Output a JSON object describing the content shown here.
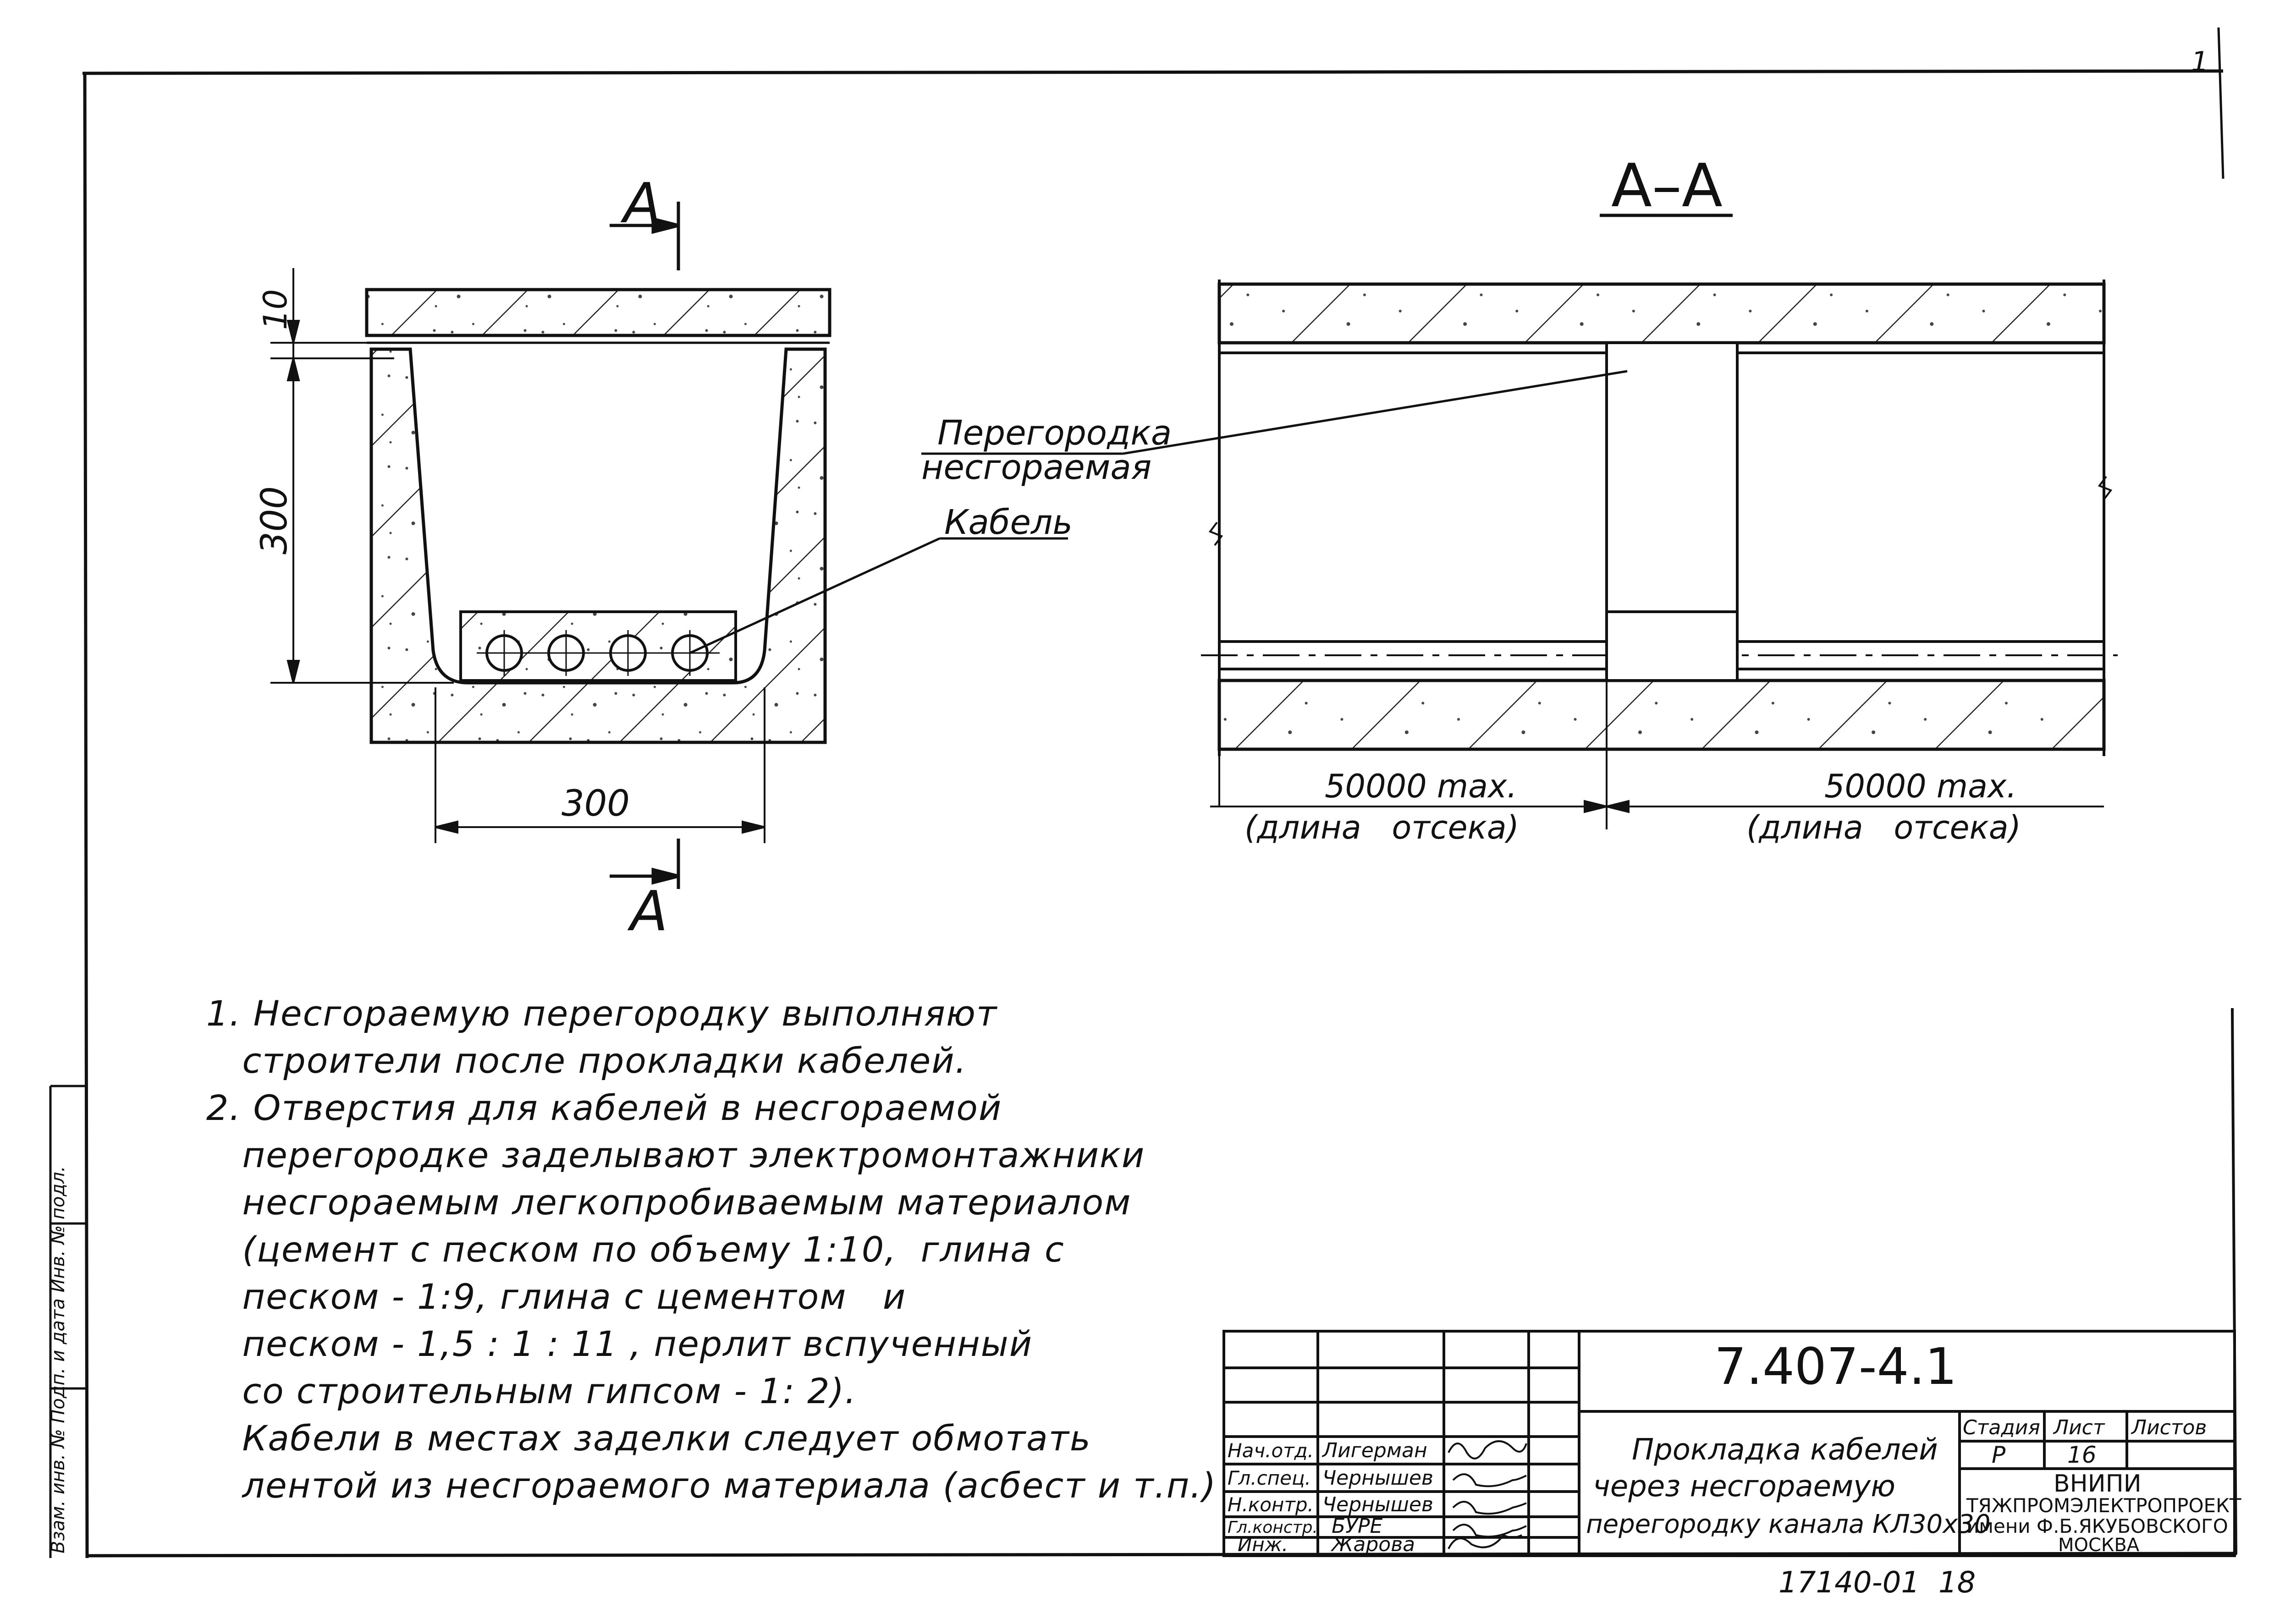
{
  "cross_section": {
    "cut_label_top": "А",
    "cut_label_bottom": "А",
    "dim_lid": "10",
    "dim_height": "300",
    "dim_width": "300",
    "cable_label": "Кабель"
  },
  "section_view": {
    "title": "А–А",
    "partition_label_line1": "Перегородка",
    "partition_label_line2": "несгораемая",
    "left_length": "50000 max.",
    "left_caption": "(длина   отсека)",
    "right_length": "50000 max.",
    "right_caption": "(длина   отсека)"
  },
  "notes": [
    "1. Несгораемую перегородку выполняют",
    "   строители после прокладки кабелей.",
    "2. Отверстия для кабелей в несгораемой",
    "   перегородке заделывают электромонтажники",
    "   несгораемым легкопробиваемым материалом",
    "   (цемент с песком по объему 1:10,  глина с",
    "   песком - 1:9, глина с цементом   и",
    "   песком - 1,5 : 1 : 11 , перлит вспученный",
    "   со строительным гипсом - 1: 2).",
    "   Кабели в местах заделки следует обмотать",
    "   лентой из несгораемого материала (асбест и т.п.)"
  ],
  "title_block": {
    "doc_number": "7.407-4.1",
    "roles": [
      "Нач.отд.",
      "Гл.спец.",
      "Н.контр.",
      "Гл.констр.",
      "Инж."
    ],
    "names": [
      "Лигерман",
      "Чернышев",
      "Чернышев",
      "БУРЕ",
      "Жарова"
    ],
    "title_line1": "Прокладка кабелей",
    "title_line2": "через несгораемую",
    "title_line3": "перегородку канала КЛ30х30",
    "stage_header": "Стадия",
    "sheet_header": "Лист",
    "sheets_header": "Листов",
    "stage_value": "Р",
    "sheet_value": "16",
    "org_line1": "ВНИПИ",
    "org_line2": "ТЯЖПРОМЭЛЕКТРОПРОЕКТ",
    "org_line3": "имени Ф.Б.ЯКУБОВСКОГО",
    "org_line4": "МОСКВА"
  },
  "corner_mark": "1",
  "bottom_stamp": "17140-01  18",
  "side_strip_text": "Взам. инв. №   Подп. и дата   Инв. № подл."
}
